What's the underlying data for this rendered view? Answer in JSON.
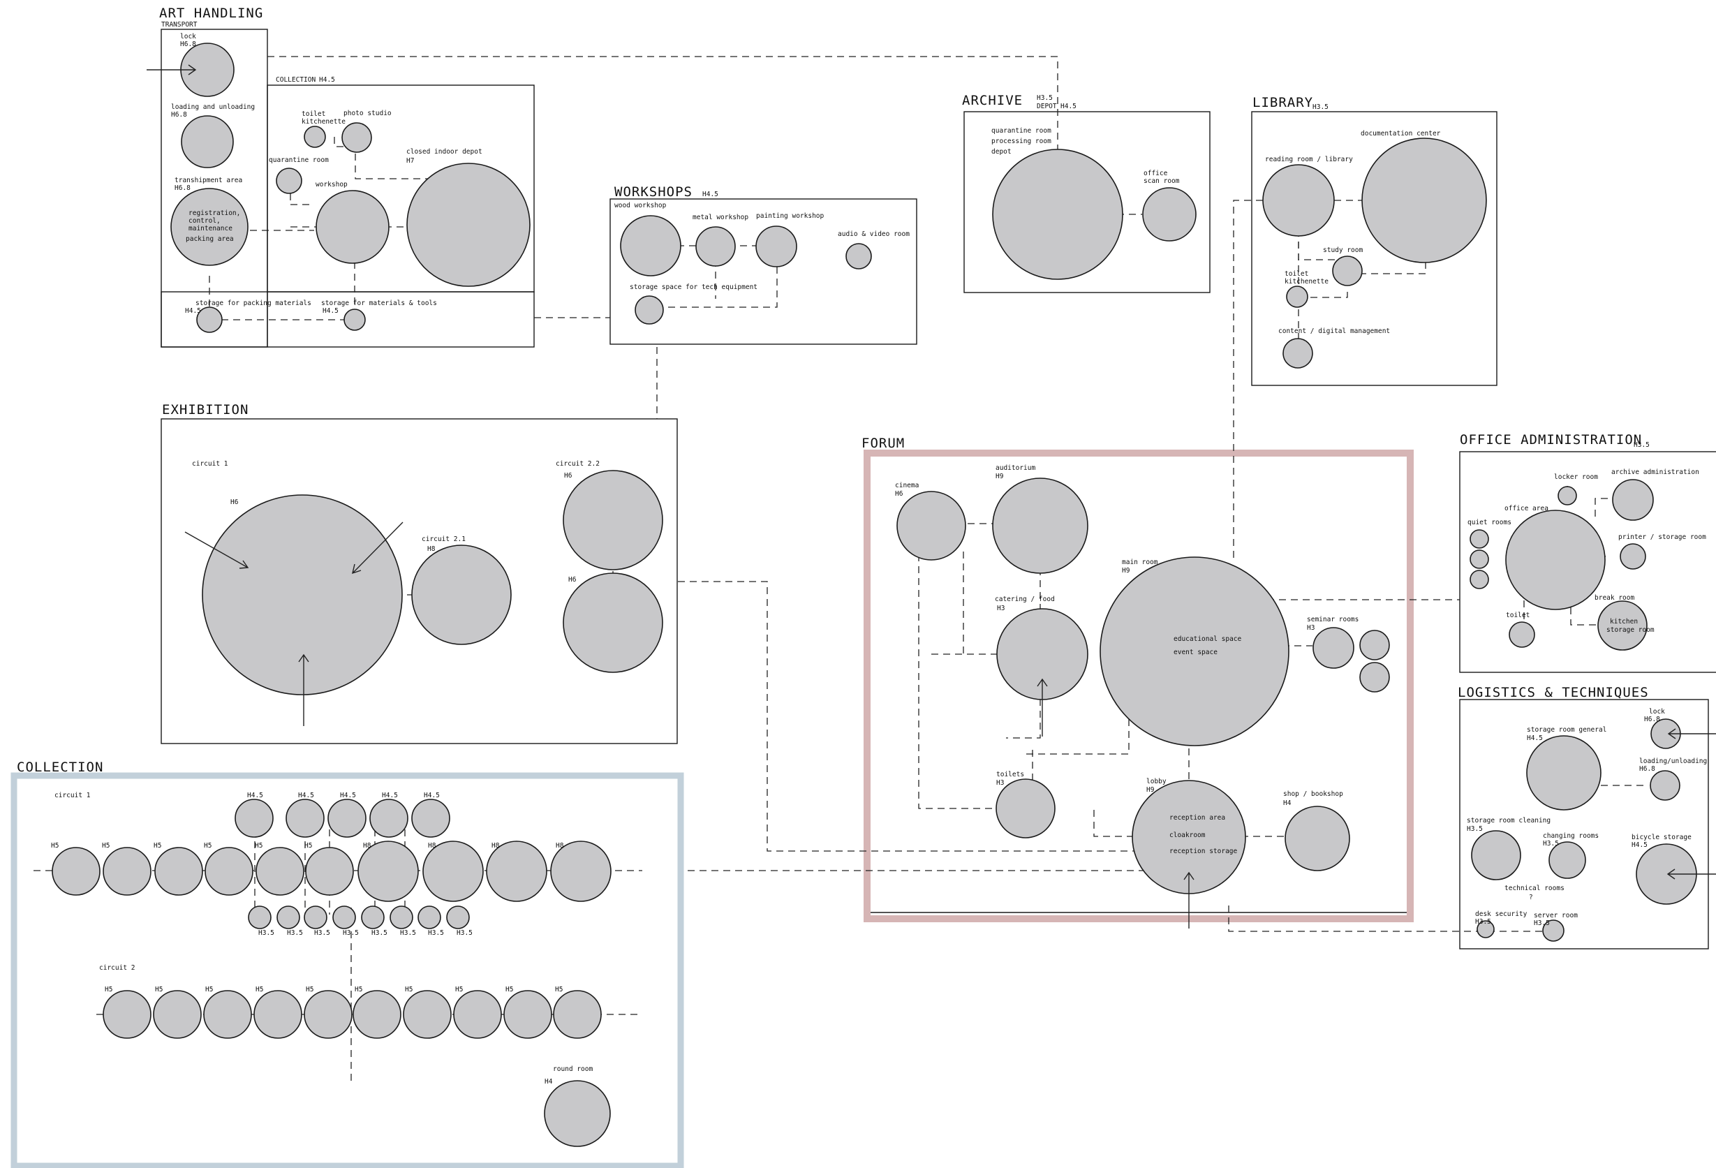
{
  "areas": {
    "art_handling": {
      "title": "ART HANDLING",
      "transport": "TRANSPORT",
      "lock": "lock",
      "lock_h": "H6.8",
      "loading": "loading and unloading",
      "loading_h": "H6.8",
      "transhipment": "transhipment area",
      "transhipment_h": "H6.8",
      "registration": "registration,",
      "control": "control,",
      "maintenance": "maintenance",
      "packing": "packing area",
      "storage_packing": "storage for packing materials",
      "storage_packing_h": "H4.5",
      "storage_materials": "storage for materials & tools",
      "storage_materials_h": "H4.5",
      "collection": "COLLECTION",
      "collection_h": "H4.5",
      "toilet": "toilet",
      "kitchenette": "kitchenette",
      "photo": "photo studio",
      "quarantine": "quarantine room",
      "workshop": "workshop",
      "closed_depot": "closed indoor depot",
      "closed_depot_h": "H7"
    },
    "workshops": {
      "title": "WORKSHOPS",
      "h": "H4.5",
      "wood": "wood workshop",
      "metal": "metal workshop",
      "painting": "painting workshop",
      "audio": "audio & video room",
      "storage": "storage space for tech equipment"
    },
    "archive": {
      "title": "ARCHIVE",
      "h1": "H3.5",
      "depot": "DEPOT",
      "h2": "H4.5",
      "quarantine": "quarantine room",
      "processing": "processing room",
      "depot_lbl": "depot",
      "office": "office",
      "scan": "scan room"
    },
    "library": {
      "title": "LIBRARY",
      "h": "H3.5",
      "documentation": "documentation center",
      "reading": "reading room / library",
      "study": "study room",
      "toilet": "toilet",
      "kitchenette": "kitchenette",
      "content": "content / digital management"
    },
    "exhibition": {
      "title": "EXHIBITION",
      "circuit1": "circuit 1",
      "h6a": "H6",
      "circuit21": "circuit 2.1",
      "h8": "H8",
      "circuit22": "circuit 2.2",
      "h6b": "H6",
      "h6c": "H6"
    },
    "forum": {
      "title": "FORUM",
      "cinema": "cinema",
      "cinema_h": "H6",
      "auditorium": "auditorium",
      "auditorium_h": "H9",
      "main": "main room",
      "main_h": "H9",
      "educational": "educational space",
      "event": "event space",
      "catering": "catering / food",
      "catering_h": "H3",
      "seminar": "seminar rooms",
      "seminar_h": "H3",
      "toilets": "toilets",
      "toilets_h": "H3",
      "lobby": "lobby",
      "lobby_h": "H9",
      "reception": "reception area",
      "cloakroom": "cloakroom",
      "reception_storage": "reception storage",
      "shop": "shop / bookshop",
      "shop_h": "H4"
    },
    "office": {
      "title": "OFFICE ADMINISTRATION",
      "h": "H3.5",
      "locker": "locker room",
      "archive": "archive administration",
      "office_area": "office area",
      "quiet": "quiet rooms",
      "printer": "printer / storage room",
      "break": "break room",
      "kitchen": "kitchen",
      "storage_room": "storage room",
      "toilet": "toilet"
    },
    "logistics": {
      "title": "LOGISTICS & TECHNIQUES",
      "lock": "lock",
      "lock_h": "H6.8",
      "storage_general": "storage room general",
      "storage_general_h": "H4.5",
      "loading": "loading/unloading",
      "loading_h": "H6.8",
      "cleaning": "storage room cleaning",
      "cleaning_h": "H3.5",
      "changing": "changing rooms",
      "changing_h": "H3.5",
      "bicycle": "bicycle storage",
      "bicycle_h": "H4.5",
      "technical": "technical rooms",
      "technical_q": "?",
      "desk": "desk security",
      "desk_h": "H3.5",
      "server": "server room",
      "server_h": "H3.5"
    },
    "collection": {
      "title": "COLLECTION",
      "circuit1": "circuit 1",
      "circuit2": "circuit 2",
      "round": "round room",
      "round_h": "H4",
      "row1_heights": [
        "H5",
        "H5",
        "H5",
        "H5",
        "H5",
        "H5",
        "H8",
        "H8",
        "H8",
        "H8"
      ],
      "upper_heights": [
        "H4.5",
        "H4.5",
        "H4.5",
        "H4.5",
        "H4.5"
      ],
      "lower_heights": [
        "H3.5",
        "H3.5",
        "H3.5",
        "H3.5",
        "H3.5",
        "H3.5",
        "H3.5",
        "H3.5"
      ],
      "row2_heights": [
        "H5",
        "H5",
        "H5",
        "H5",
        "H5",
        "H5",
        "H5",
        "H5",
        "H5",
        "H5"
      ]
    }
  },
  "colors": {
    "room_fill": "#c8c8ca",
    "forum_frame": "#d6b5b5",
    "collection_frame": "#c2d0da"
  }
}
